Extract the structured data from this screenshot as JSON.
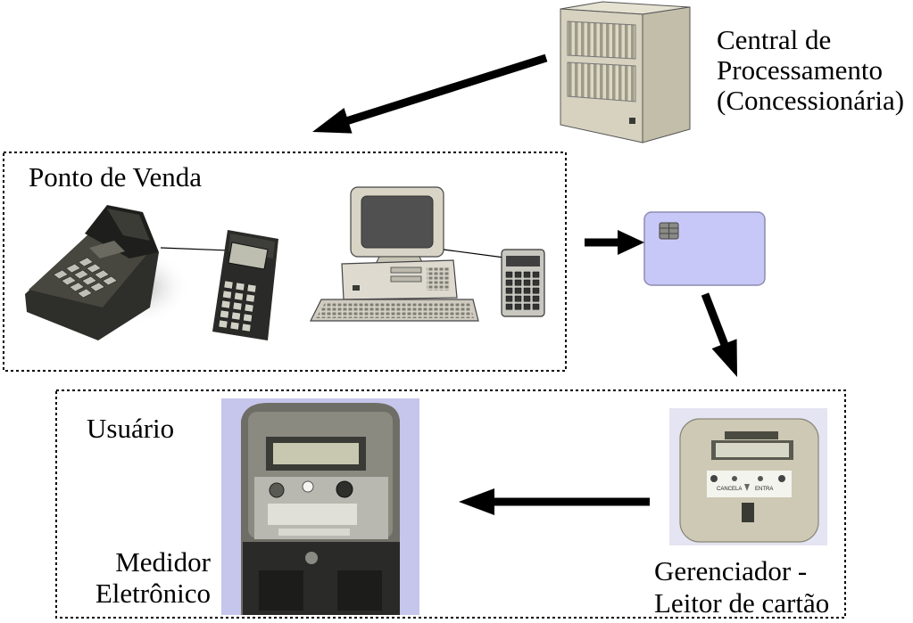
{
  "central": {
    "lines": [
      "Central de",
      "Processamento",
      "(Concessionária)"
    ]
  },
  "ponto_de_venda": {
    "title": "Ponto de Venda"
  },
  "usuario": {
    "title": "Usuário"
  },
  "medidor": {
    "lines": [
      "Medidor",
      "Eletrônico"
    ]
  },
  "gerenciador": {
    "lines": [
      "Gerenciador -",
      "Leitor de cartão"
    ],
    "buttons": {
      "cancel": "CANCELA",
      "enter": "ENTRA"
    }
  },
  "colors": {
    "arrow": "#000000",
    "card": "#c8c8f8",
    "meter_background": "#c6c6ec"
  },
  "icons": [
    "server-icon",
    "pos-terminal-icon",
    "handheld-terminal-icon",
    "desktop-computer-icon",
    "calculator-icon",
    "smart-card-icon",
    "electronic-meter-icon",
    "card-reader-icon"
  ]
}
